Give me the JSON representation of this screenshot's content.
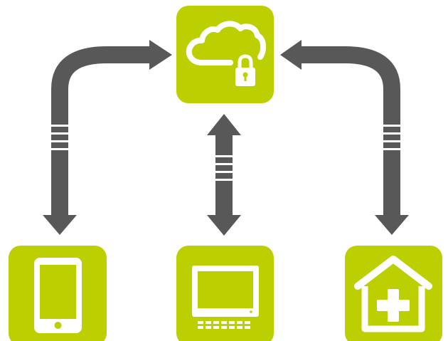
{
  "colors": {
    "tile": "#bccf00",
    "arrow": "#585858",
    "glyph": "#ffffff",
    "background": "#ffffff"
  },
  "nodes": {
    "top": {
      "icon": "cloud-lock-icon"
    },
    "bottom": [
      {
        "icon": "smartphone-icon"
      },
      {
        "icon": "desktop-computer-icon"
      },
      {
        "icon": "hospital-house-icon"
      }
    ]
  },
  "connections": [
    {
      "from": "cloud-lock-icon",
      "to": "smartphone-icon",
      "direction": "bidirectional"
    },
    {
      "from": "cloud-lock-icon",
      "to": "desktop-computer-icon",
      "direction": "bidirectional"
    },
    {
      "from": "cloud-lock-icon",
      "to": "hospital-house-icon",
      "direction": "bidirectional"
    }
  ]
}
